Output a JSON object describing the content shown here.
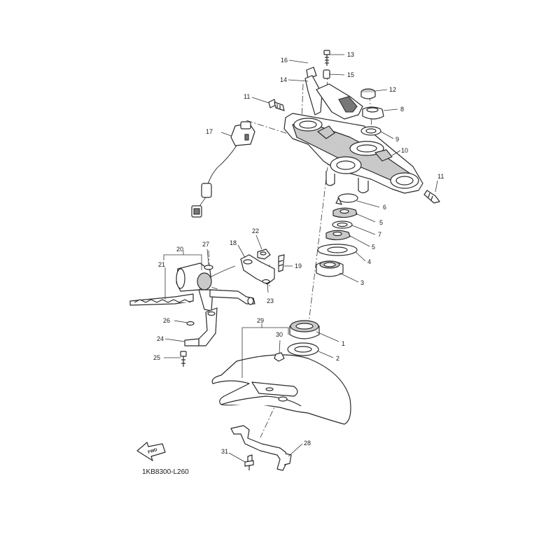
{
  "diagram_code": "1KB8300-L260",
  "fwd_label": "FWD",
  "callouts": {
    "c1": "1",
    "c2": "2",
    "c3": "3",
    "c4": "4",
    "c5a": "5",
    "c5b": "5",
    "c6": "6",
    "c7": "7",
    "c8": "8",
    "c9": "9",
    "c10": "10",
    "c11a": "11",
    "c11b": "11",
    "c12": "12",
    "c13": "13",
    "c14": "14",
    "c15": "15",
    "c16": "16",
    "c17": "17",
    "c18": "18",
    "c19": "19",
    "c20": "20",
    "c21": "21",
    "c22": "22",
    "c23": "23",
    "c24": "24",
    "c25": "25",
    "c26": "26",
    "c27": "27",
    "c28": "28",
    "c29": "29",
    "c30": "30",
    "c31": "31"
  }
}
